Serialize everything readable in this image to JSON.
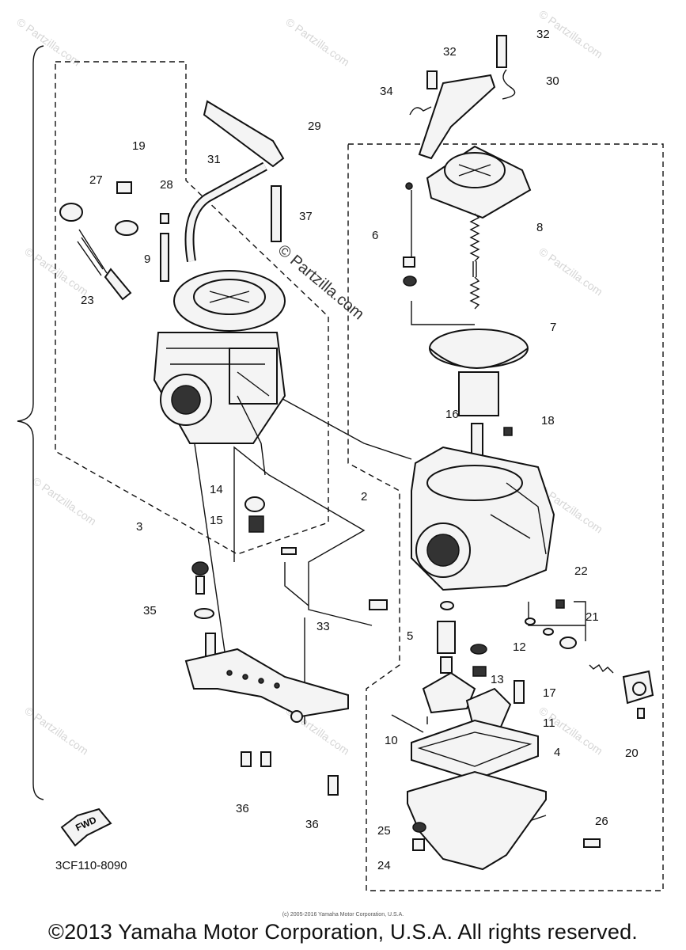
{
  "labels": [
    "2",
    "3",
    "4",
    "5",
    "6",
    "7",
    "8",
    "9",
    "10",
    "11",
    "12",
    "13",
    "14",
    "15",
    "16",
    "17",
    "18",
    "19",
    "20",
    "21",
    "22",
    "23",
    "24",
    "25",
    "26",
    "27",
    "28",
    "29",
    "30",
    "31",
    "32",
    "32",
    "33",
    "34",
    "35",
    "36",
    "36",
    "37"
  ],
  "diagram_code": "3CF110-8090",
  "fwd_label": "FWD",
  "watermark": "© Partzilla.com",
  "repeated_watermark": "© Partzilla.com",
  "footer": {
    "small_copyright": "(c) 2005-2016 Yamaha Motor Corporation, U.S.A.",
    "copyright": "©2013 Yamaha Motor Corporation, U.S.A. All rights reserved."
  }
}
